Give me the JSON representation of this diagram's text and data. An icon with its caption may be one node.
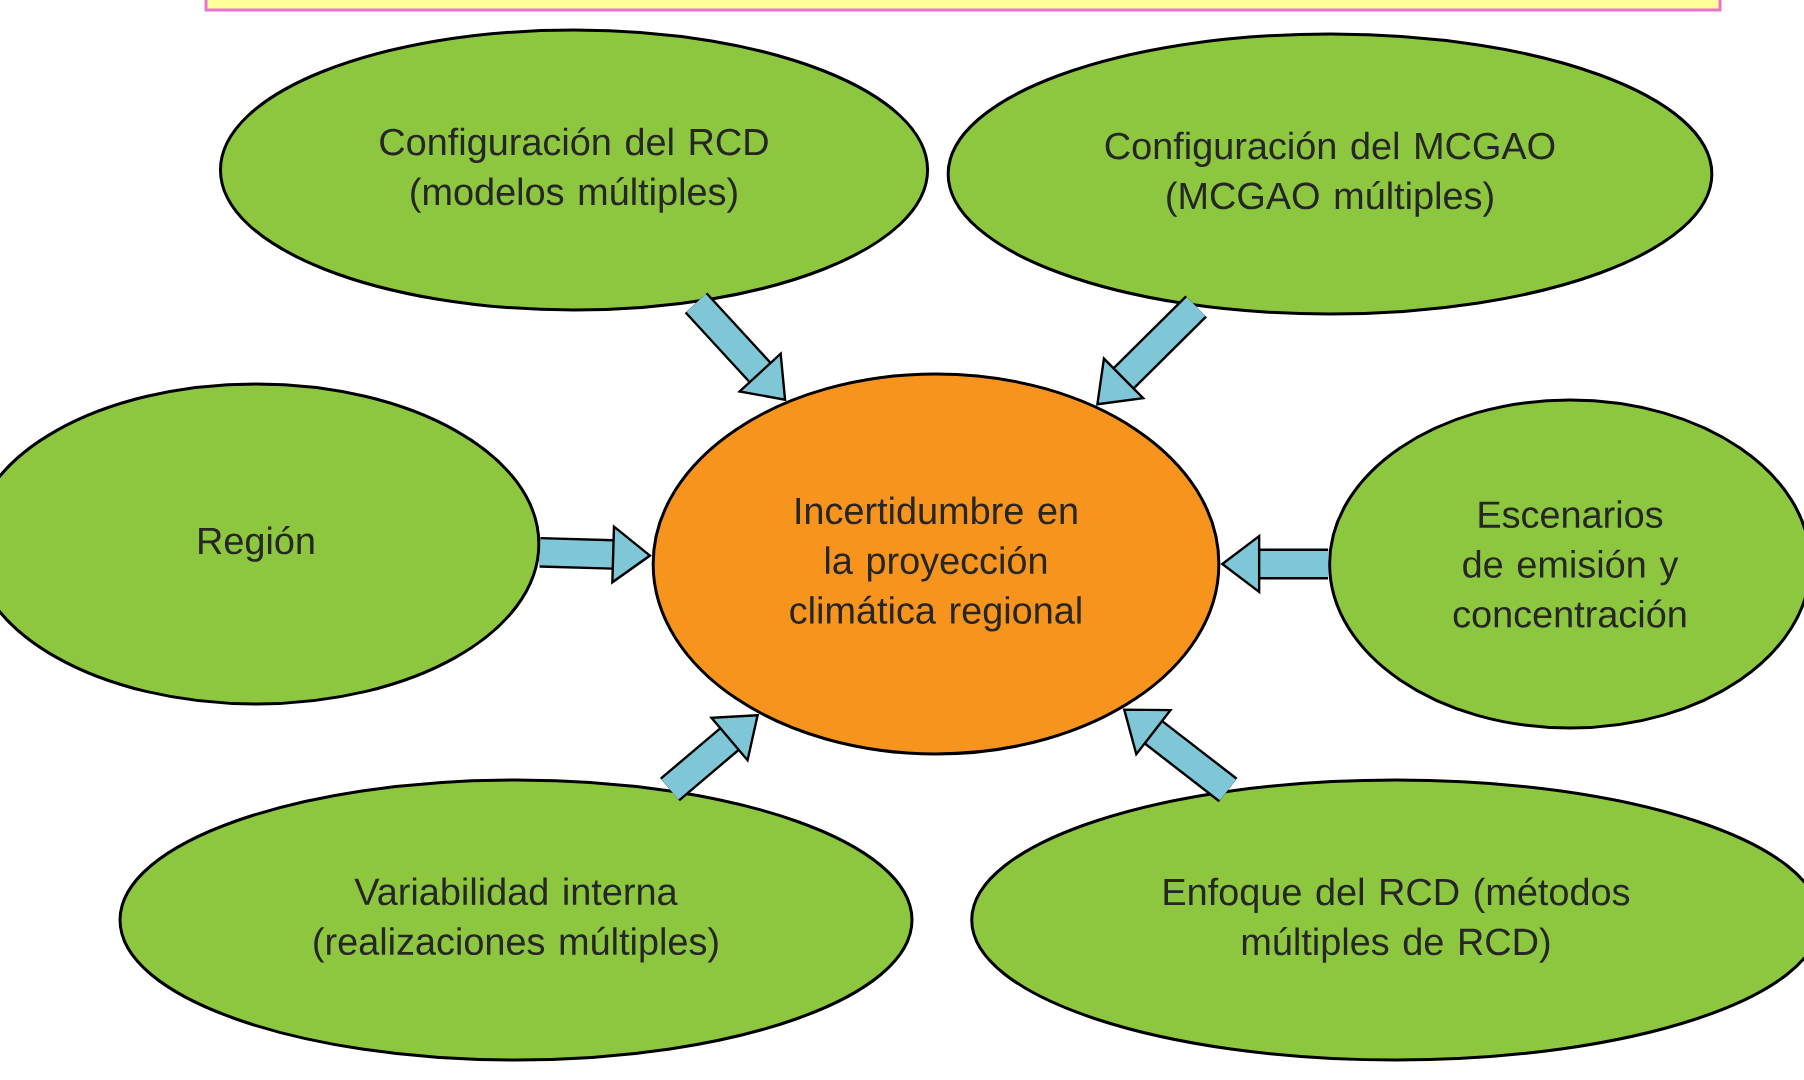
{
  "diagram": {
    "nodes": [
      {
        "text": [
          "Configuración del RCD (modelos múltiples)"
        ]
      },
      {
        "text": [
          "Configuración del MCGAO (MCGAO múltiples)"
        ]
      },
      {
        "text": [
          "Región"
        ]
      },
      {
        "text": [
          "Incertidumbre en la proyección climática regional"
        ]
      },
      {
        "text": [
          "Escenarios de emisión y concentración"
        ]
      },
      {
        "text": [
          "Variabilidad interna (realizaciones múltiples)"
        ]
      },
      {
        "text": [
          "Enfoque del RCD (métodos múltiples de RCD)"
        ]
      }
    ],
    "edges": [
      {
        "from": 0,
        "to": 3,
        "arrow": "to"
      },
      {
        "from": 1,
        "to": 3,
        "arrow": "to"
      },
      {
        "from": 2,
        "to": 3,
        "arrow": "to"
      },
      {
        "from": 4,
        "to": 3,
        "arrow": "to"
      },
      {
        "from": 5,
        "to": 3,
        "arrow": "to"
      },
      {
        "from": 6,
        "to": 3,
        "arrow": "to"
      }
    ]
  }
}
